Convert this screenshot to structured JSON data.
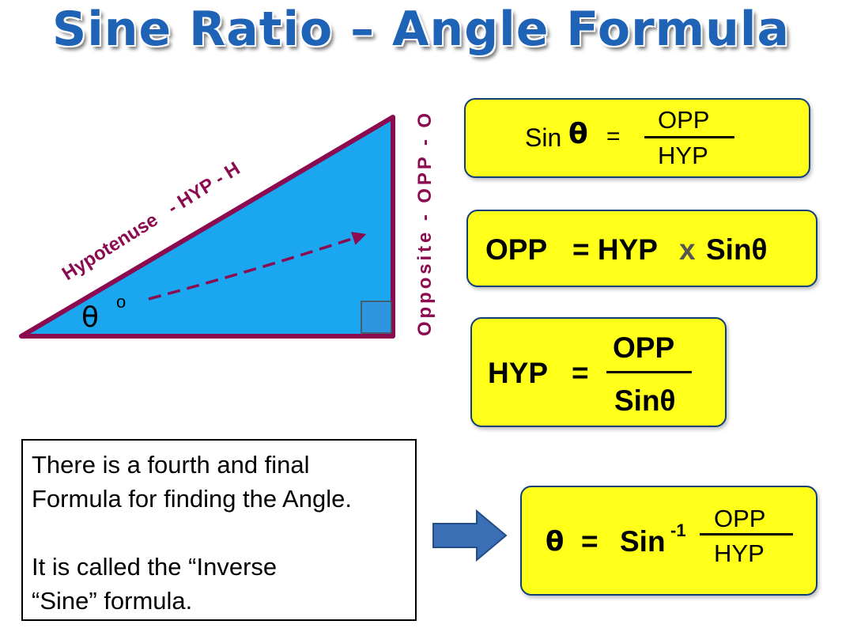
{
  "title": "Sine Ratio – Angle Formula",
  "triangle": {
    "hypotenuse_label": "Hypotenuse   - HYP - H",
    "opposite_label": "Opposite - OPP - O",
    "angle_symbol": "θ",
    "degree_symbol": "o"
  },
  "formulas": {
    "sine": {
      "lhs_sin": "Sin",
      "lhs_theta": "θ",
      "equals": "=",
      "numerator": "OPP",
      "denominator": "HYP"
    },
    "opp": {
      "opp": "OPP",
      "equals": "= HYP",
      "times": "x",
      "sin": "Sinθ"
    },
    "hyp": {
      "lhs": "HYP",
      "equals": "=",
      "numerator": "OPP",
      "denominator": "Sinθ"
    },
    "inverse": {
      "theta": "θ",
      "equals": "=",
      "sin": "Sin",
      "exponent": "-1",
      "numerator": "OPP",
      "denominator": "HYP"
    }
  },
  "info_box": {
    "line1": "There is a fourth and final",
    "line2": "Formula for finding the Angle.",
    "line3": "It is called the “Inverse",
    "line4": "“Sine” formula."
  },
  "colors": {
    "title": "#1f63b6",
    "triangle_fill": "#1aa7ef",
    "triangle_edge": "#8b0a50",
    "formula_box": "#ffff1a",
    "arrow": "#3a6fb5"
  },
  "icons": {
    "arrow": "right-arrow-icon",
    "right_angle": "right-angle-marker-icon"
  }
}
